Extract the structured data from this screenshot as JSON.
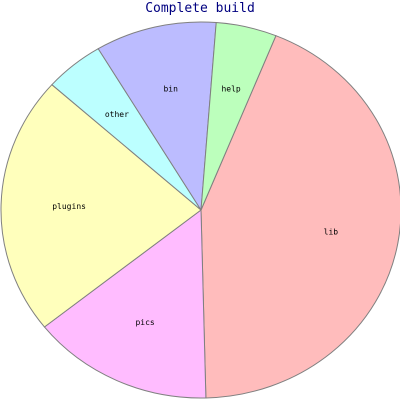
{
  "chart_data": {
    "type": "pie",
    "title": "Complete build",
    "slices": [
      {
        "label": "lib",
        "value": 43.5,
        "color": "#ffbcbc"
      },
      {
        "label": "pics",
        "value": 14.7,
        "color": "#ffbcff"
      },
      {
        "label": "plugins",
        "value": 22.3,
        "color": "#ffffbc"
      },
      {
        "label": "other",
        "value": 4.8,
        "color": "#bcffff"
      },
      {
        "label": "bin",
        "value": 9.8,
        "color": "#bcbcff"
      },
      {
        "label": "help",
        "value": 4.9,
        "color": "#bcffbc"
      }
    ],
    "start_angle_deg": 292,
    "direction": "clockwise",
    "outline_color": "#808080"
  }
}
